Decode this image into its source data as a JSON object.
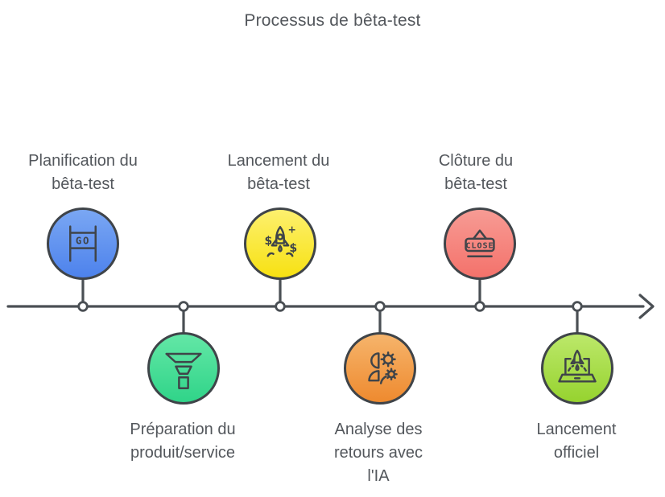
{
  "title": "Processus de bêta-test",
  "colors": {
    "icon_stroke": "#3f4449",
    "line": "#4a4f54",
    "label_text": "#53575c",
    "node_fill": "#ffffff"
  },
  "milestones": [
    {
      "label": "Planification du\nbêta-test",
      "position": "top",
      "icon": "go-sign-icon",
      "icon_text": "GO",
      "color_top": "#7aa7f3",
      "color_bottom": "#4d82ec"
    },
    {
      "label": "Préparation du\nproduit/service",
      "position": "bottom",
      "icon": "funnel-icon",
      "color_top": "#63e7a6",
      "color_bottom": "#30d489"
    },
    {
      "label": "Lancement du\nbêta-test",
      "position": "top",
      "icon": "rocket-money-icon",
      "color_top": "#fdf06e",
      "color_bottom": "#f7e112"
    },
    {
      "label": "Analyse des\nretours avec\nl'IA",
      "position": "bottom",
      "icon": "person-gear-icon",
      "color_top": "#f6b46b",
      "color_bottom": "#ee8a2f"
    },
    {
      "label": "Clôture du\nbêta-test",
      "position": "top",
      "icon": "close-sign-icon",
      "icon_text": "CLOSE",
      "color_top": "#f79b94",
      "color_bottom": "#f4726b"
    },
    {
      "label": "Lancement\nofficiel",
      "position": "bottom",
      "icon": "laptop-rocket-icon",
      "color_top": "#bce86a",
      "color_bottom": "#96d32f"
    }
  ]
}
